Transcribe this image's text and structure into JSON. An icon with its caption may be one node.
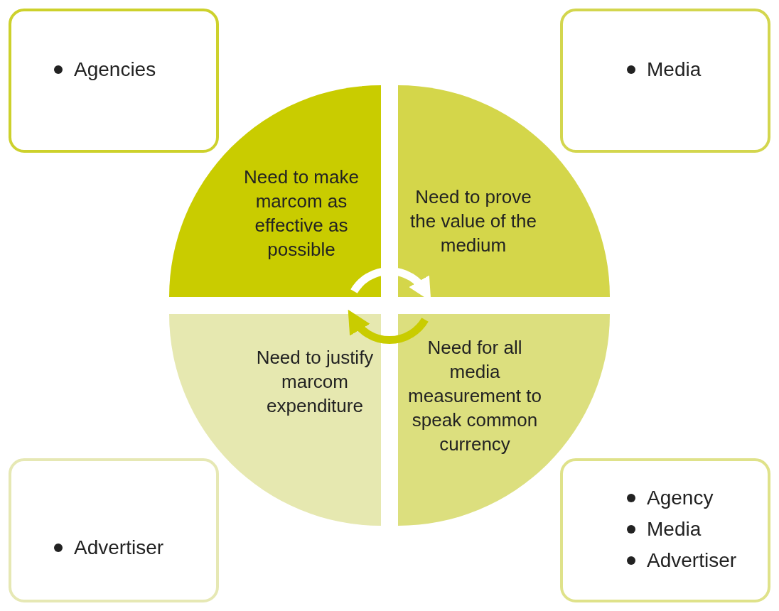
{
  "diagram": {
    "nodes": [
      {
        "text": [
          "Agencies"
        ]
      },
      {
        "text": [
          "Media"
        ]
      },
      {
        "text": [
          "Need to make marcom as effective as possible"
        ]
      },
      {
        "text": [
          "Need to prove the value of the medium"
        ]
      },
      {
        "text": [
          "Need to justify marcom expenditure"
        ]
      },
      {
        "text": [
          "Need for all media measurement to speak common currency"
        ]
      },
      {
        "text": [
          "Advertiser"
        ]
      },
      {
        "text": [
          "Agency",
          "Media",
          "Advertiser"
        ]
      }
    ],
    "edges": [
      {
        "from": 2,
        "to": 3,
        "arrow": "to",
        "color": "#ffffff"
      },
      {
        "from": 5,
        "to": 4,
        "arrow": "to",
        "color": "#c9cc00"
      }
    ]
  }
}
